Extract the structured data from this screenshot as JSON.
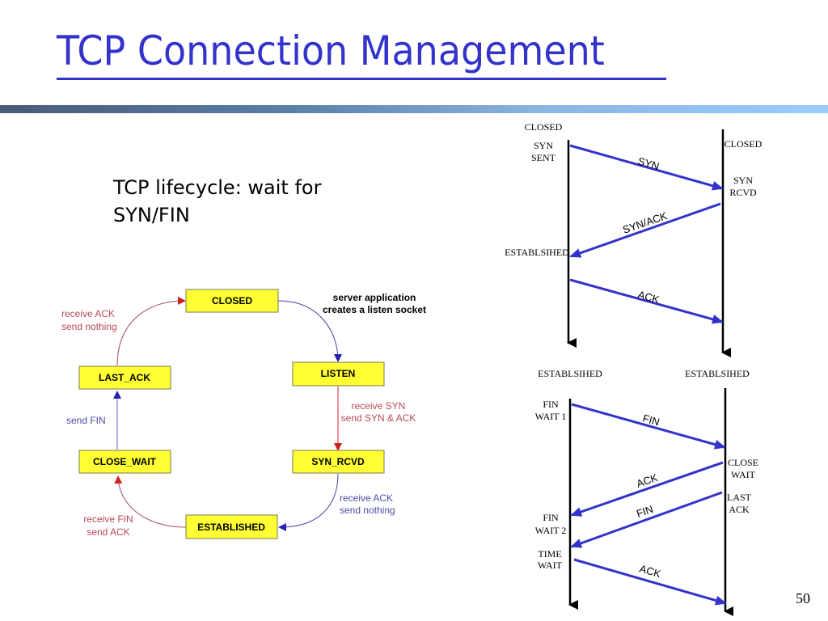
{
  "slide": {
    "title": "TCP Connection Management",
    "subtitle": "TCP lifecycle: wait for SYN/FIN",
    "page_number": "50",
    "colors": {
      "title": "#3333cc",
      "state_fill": "#ffff33",
      "arrow_blue": "#3333cc",
      "arrow_red": "#cc2222",
      "text_red": "#b94a55",
      "text_blue": "#4a4aa8"
    }
  },
  "state_diagram": {
    "states": {
      "closed": "CLOSED",
      "listen": "LISTEN",
      "syn_rcvd": "SYN_RCVD",
      "established": "ESTABLISHED",
      "close_wait": "CLOSE_WAIT",
      "last_ack": "LAST_ACK"
    },
    "transitions": {
      "closed_to_listen": [
        "server application",
        "creates a listen socket"
      ],
      "listen_to_syn_rcvd": [
        "receive SYN",
        "send SYN & ACK"
      ],
      "syn_rcvd_to_established": [
        "receive  ACK",
        "send nothing"
      ],
      "established_to_close_wait": [
        "receive FIN",
        "send ACK"
      ],
      "close_wait_to_last_ack": [
        "send FIN"
      ],
      "last_ack_to_closed": [
        "receive  ACK",
        "send nothing"
      ]
    }
  },
  "open_sequence": {
    "client_states": {
      "closed": "CLOSED",
      "syn_sent": [
        "SYN",
        "SENT"
      ],
      "established": "ESTABLSIHED"
    },
    "server_states": {
      "closed": "CLOSED",
      "syn_rcvd": [
        "SYN",
        "RCVD"
      ]
    },
    "messages": [
      "SYN",
      "SYN/ACK",
      "ACK"
    ],
    "end_labels": [
      "ESTABLSIHED",
      "ESTABLSIHED"
    ]
  },
  "close_sequence": {
    "client_states": {
      "fin_wait_1": [
        "FIN",
        "WAIT 1"
      ],
      "fin_wait_2": [
        "FIN",
        "WAIT 2"
      ],
      "time_wait": [
        "TIME",
        "WAIT"
      ]
    },
    "server_states": {
      "close_wait": [
        "CLOSE",
        "WAIT"
      ],
      "last_ack": [
        "LAST",
        "ACK"
      ]
    },
    "messages": [
      "FIN",
      "ACK",
      "FIN",
      "ACK"
    ]
  }
}
